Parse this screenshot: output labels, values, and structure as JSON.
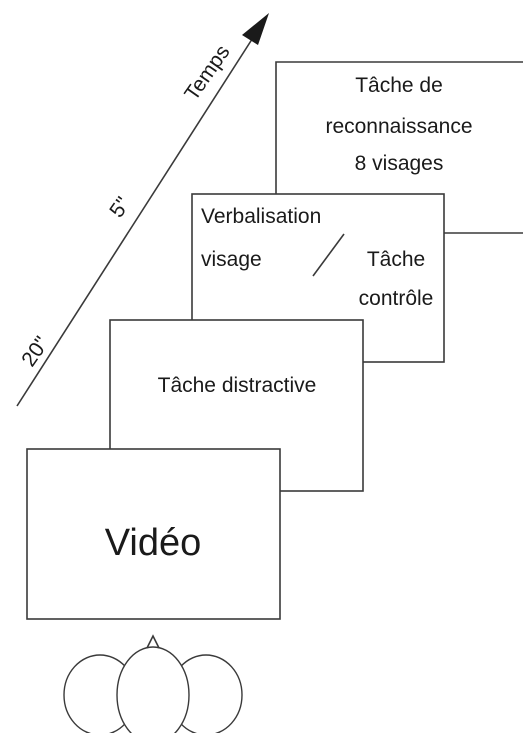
{
  "timeline": {
    "axis_label": "Temps",
    "marks": [
      "20\"",
      "5\""
    ]
  },
  "stages": {
    "recognition": [
      "Tâche de",
      "reconnaissance",
      "8 visages"
    ],
    "verbalisation": [
      "Verbalisation",
      "visage"
    ],
    "control": [
      "Tâche",
      "contrôle"
    ],
    "distractor": "Tâche distractive",
    "video": "Vidéo"
  }
}
